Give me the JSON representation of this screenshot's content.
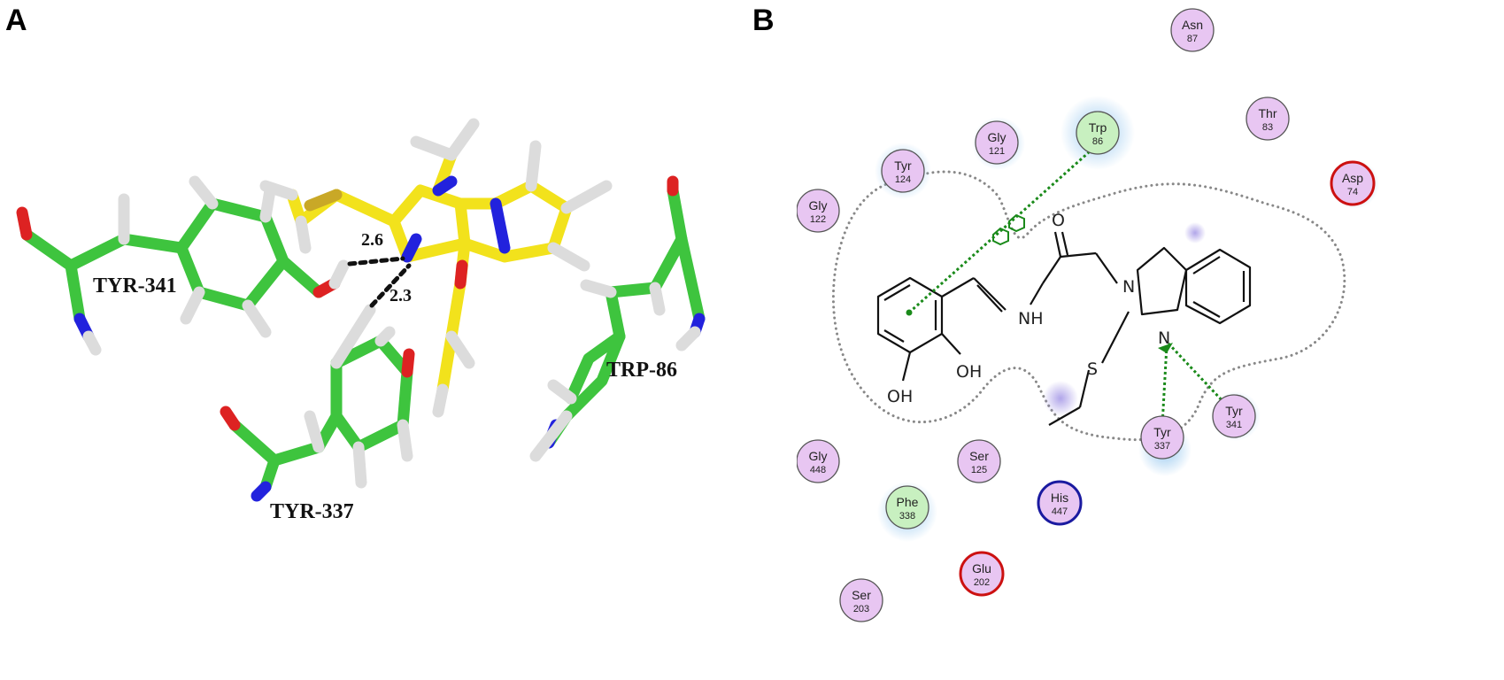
{
  "panels": {
    "a": {
      "label": "A"
    },
    "b": {
      "label": "B"
    }
  },
  "panel_a": {
    "residues": {
      "tyr341": "TYR-341",
      "tyr337": "TYR-337",
      "trp86": "TRP-86"
    },
    "distances": {
      "d1": "2.6",
      "d2": "2.3"
    },
    "colors": {
      "carbon_protein": "#3ec43e",
      "carbon_ligand": "#f2e21c",
      "nitrogen": "#2222dd",
      "oxygen": "#dd2222",
      "sulfur": "#c9a827",
      "hydrogen": "#dcdcdc"
    }
  },
  "panel_b": {
    "residues": [
      {
        "name": "Asn",
        "num": "87",
        "type": "vdw"
      },
      {
        "name": "Thr",
        "num": "83",
        "type": "vdw"
      },
      {
        "name": "Asp",
        "num": "74",
        "type": "charged-neg"
      },
      {
        "name": "Gly",
        "num": "121",
        "type": "vdw"
      },
      {
        "name": "Trp",
        "num": "86",
        "type": "pi"
      },
      {
        "name": "Tyr",
        "num": "124",
        "type": "vdw"
      },
      {
        "name": "Gly",
        "num": "122",
        "type": "vdw"
      },
      {
        "name": "Gly",
        "num": "448",
        "type": "vdw"
      },
      {
        "name": "Ser",
        "num": "125",
        "type": "vdw"
      },
      {
        "name": "His",
        "num": "447",
        "type": "charged-pos"
      },
      {
        "name": "Phe",
        "num": "338",
        "type": "pi"
      },
      {
        "name": "Glu",
        "num": "202",
        "type": "charged-neg"
      },
      {
        "name": "Ser",
        "num": "203",
        "type": "vdw"
      },
      {
        "name": "Tyr",
        "num": "337",
        "type": "vdw"
      },
      {
        "name": "Tyr",
        "num": "341",
        "type": "vdw"
      }
    ],
    "atoms": {
      "o_carbonyl": "O",
      "n1": "N",
      "nh": "NH",
      "n_hydrazone": "N",
      "s": "S",
      "n3": "N",
      "oh1": "OH",
      "oh2": "OH"
    },
    "colors": {
      "vdw_fill": "#e8c6f2",
      "pi_fill": "#c8f0c0",
      "neg_ring": "#cc1111",
      "pos_ring": "#1a1aa0",
      "halo": "#8fc4ee",
      "interaction": "#1a8a1a"
    }
  }
}
